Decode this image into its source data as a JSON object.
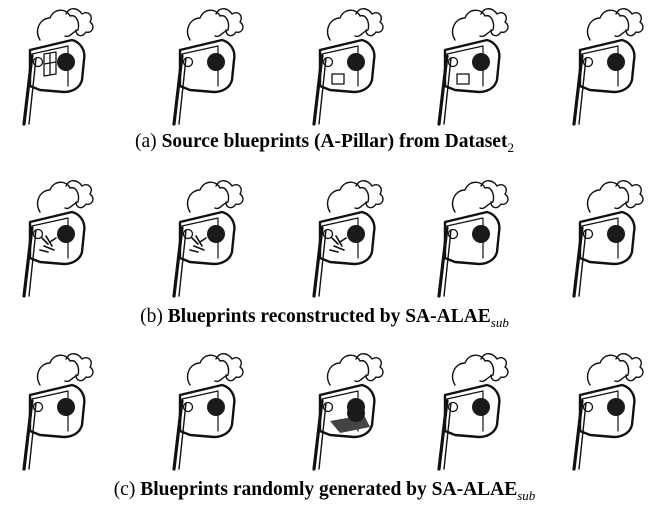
{
  "rows": [
    {
      "id": "a",
      "caption": {
        "label": "(a)",
        "text": "Source blueprints (A-Pillar) from Dataset",
        "subscript": "2",
        "subscript_style": "num"
      },
      "variants": [
        "grid",
        "plain",
        "box",
        "box",
        "plain"
      ]
    },
    {
      "id": "b",
      "caption": {
        "label": "(b)",
        "text": "Blueprints reconstructed by SA-ALAE",
        "subscript": "sub",
        "subscript_style": "math"
      },
      "variants": [
        "noisy",
        "noisy",
        "noisy",
        "plain",
        "plain"
      ]
    },
    {
      "id": "c",
      "caption": {
        "label": "(c)",
        "text": "Blueprints randomly generated by SA-ALAE",
        "subscript": "sub",
        "subscript_style": "math"
      },
      "variants": [
        "plain",
        "plain",
        "dark",
        "plain",
        "plain"
      ]
    }
  ],
  "colors": {
    "stroke": "#111111",
    "fill": "#1a1a1a",
    "background": "#ffffff"
  }
}
